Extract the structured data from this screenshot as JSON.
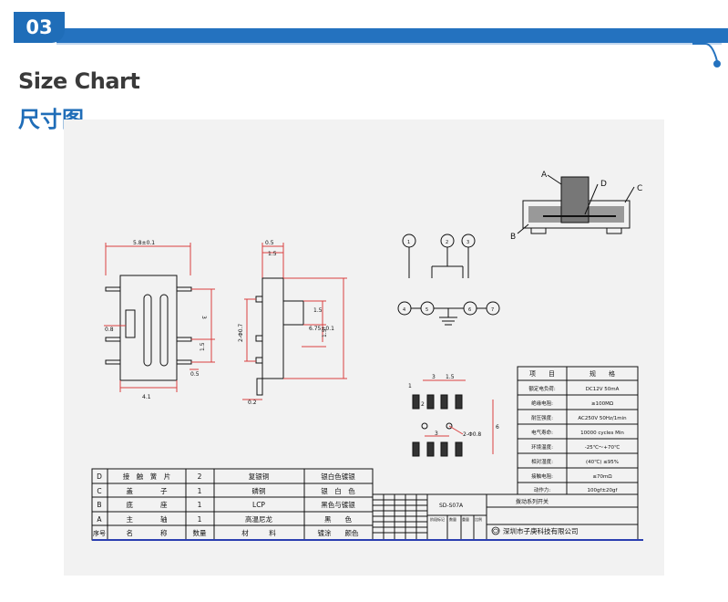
{
  "header": {
    "section_number": "03",
    "title_en": "Size Chart",
    "title_cn": "尺寸图"
  },
  "colors": {
    "accent": "#1f6db8",
    "bar": "#2472bf",
    "dim": "#d94040",
    "line": "#111111"
  },
  "drawing": {
    "labels": {
      "width_top": "5.8±0.1",
      "width_bottom": "4.1",
      "left_small": "0.8",
      "dim_3": "3",
      "dim_15": "1.5",
      "dim_05": "0.5",
      "side_top": "0.5",
      "side_15": "1.5",
      "side_hole": "2-Φ0.7",
      "side_15b": "1.5",
      "side_15c": "1.5",
      "side_height": "6.75±0.1",
      "side_02": "0.2",
      "pcb_3": "3",
      "pcb_15": "1.5",
      "pcb_1": "1",
      "pcb_2": "2",
      "pcb_3b": "3",
      "pcb_hole": "2-Φ0.8",
      "pcb_6": "6",
      "cs_A": "A",
      "cs_B": "B",
      "cs_C": "C",
      "cs_D": "D"
    },
    "pins": [
      "1",
      "2",
      "3",
      "4",
      "5",
      "6",
      "7"
    ]
  },
  "spec_table": {
    "headers": [
      "项　　目",
      "规　　格"
    ],
    "rows": [
      [
        "额定电负荷:",
        "DC12V  50mA"
      ],
      [
        "绝缘电阻:",
        "≥100MΩ"
      ],
      [
        "耐压强度:",
        "AC250V  50Hz/1min"
      ],
      [
        "电气寿命:",
        "10000 cycles Min"
      ],
      [
        "环境温度:",
        "-25℃～+70℃"
      ],
      [
        "相对湿度:",
        "(40℃) ≤95%"
      ],
      [
        "接触电阻:",
        "≤70mΩ"
      ],
      [
        "动作力:",
        "100gf±20gf"
      ]
    ]
  },
  "bom": {
    "rows": [
      [
        "D",
        "接　触　簧　片",
        "2",
        "复银铜",
        "银白色镀银"
      ],
      [
        "C",
        "盖　　　　子",
        "1",
        "磷铜",
        "银　白　色"
      ],
      [
        "B",
        "底　　　　座",
        "1",
        "LCP",
        "黑色与镀银"
      ],
      [
        "A",
        "主　　　　轴",
        "1",
        "高温尼龙",
        "黑　　色"
      ]
    ],
    "header": [
      "序号",
      "名　　　　称",
      "数量",
      "材　　　料",
      "镀涂　　颜色"
    ]
  },
  "title_block": {
    "model": "SD-S07A",
    "product": "拨动系列开关",
    "company": "深圳市子庚科技有限公司",
    "mini_labels": [
      "阶段标记",
      "数量",
      "重量",
      "比例"
    ]
  }
}
